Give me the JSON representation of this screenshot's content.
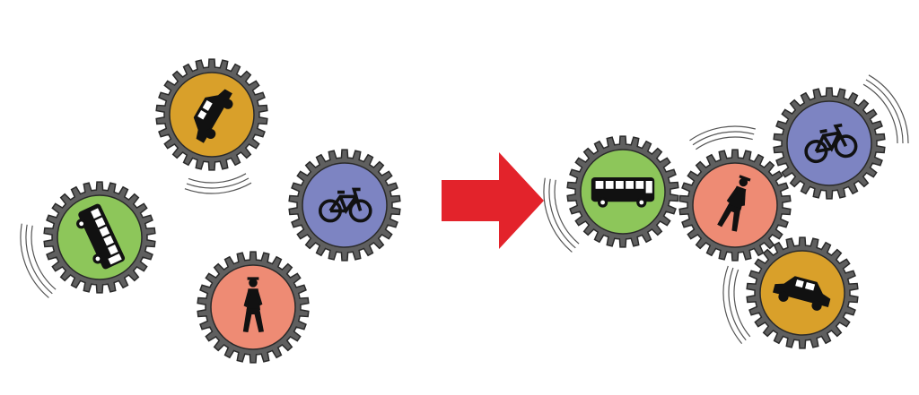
{
  "colors": {
    "gear_rim": "#5f5f5f",
    "gear_outline": "#2a2a2a",
    "car": "#d9a02a",
    "bike": "#7d84c2",
    "bus": "#8dc65a",
    "walk": "#ee8b74",
    "arrow": "#e3232b",
    "icon": "#111111",
    "motion_lines": "#555555"
  },
  "gears": {
    "before": [
      {
        "id": "car",
        "icon": "car-icon",
        "rotation_deg": -60
      },
      {
        "id": "bike",
        "icon": "bicycle-icon",
        "rotation_deg": 0
      },
      {
        "id": "bus",
        "icon": "bus-icon",
        "rotation_deg": 65
      },
      {
        "id": "walk",
        "icon": "pedestrian-icon",
        "rotation_deg": 0
      }
    ],
    "after": [
      {
        "id": "bus",
        "icon": "bus-icon",
        "rotation_deg": 0
      },
      {
        "id": "walk",
        "icon": "pedestrian-icon",
        "rotation_deg": 20
      },
      {
        "id": "bike",
        "icon": "bicycle-icon",
        "rotation_deg": -10
      },
      {
        "id": "car",
        "icon": "car-icon",
        "rotation_deg": 15
      }
    ]
  },
  "arrow": {
    "direction": "right",
    "icon": "right-arrow-icon"
  }
}
